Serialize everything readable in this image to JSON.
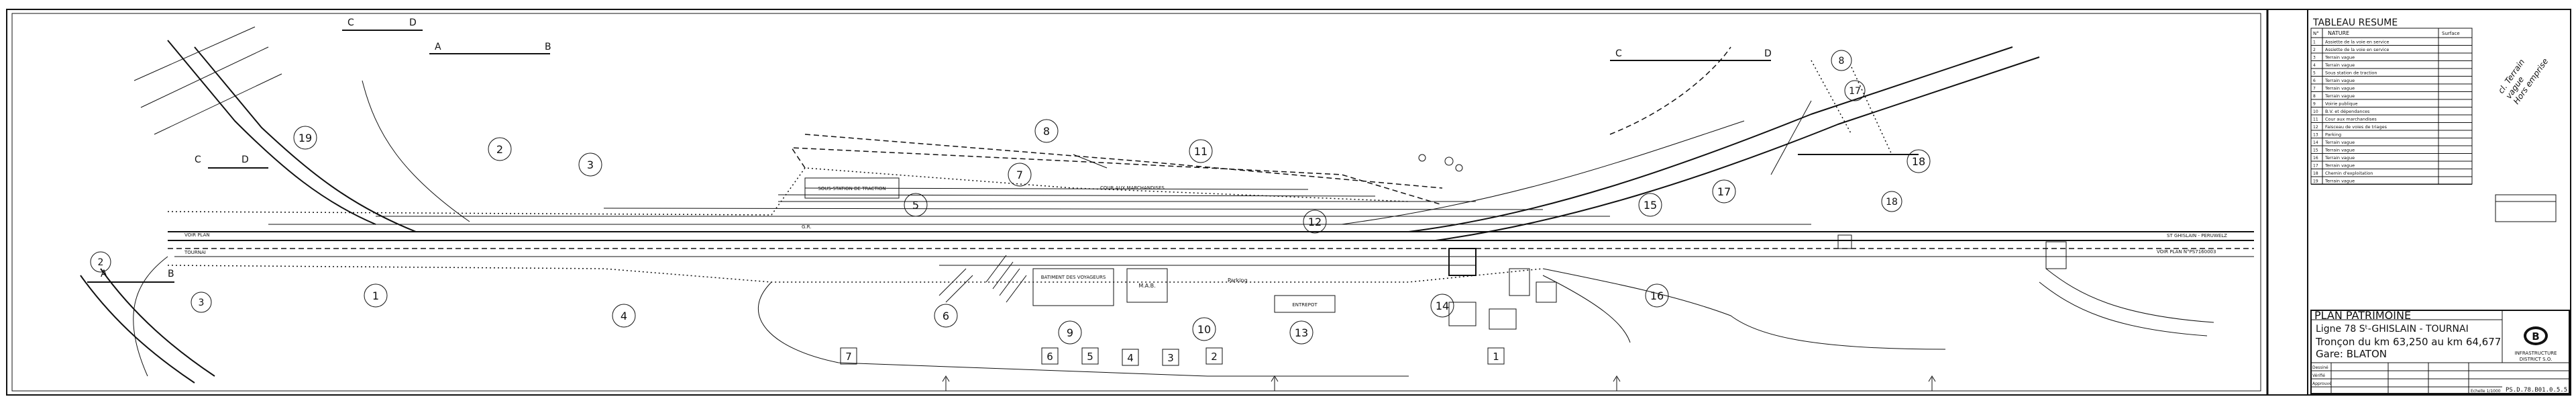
{
  "drawing": {
    "zones": [
      "1",
      "2",
      "3",
      "4",
      "5",
      "6",
      "7",
      "8",
      "9",
      "10",
      "11",
      "12",
      "13",
      "14",
      "15",
      "16",
      "17",
      "18",
      "19"
    ],
    "markers": [
      "7",
      "6",
      "5",
      "4",
      "3",
      "2",
      "1"
    ],
    "section_letters": [
      "C",
      "D",
      "A",
      "B",
      "C",
      "D",
      "A",
      "B",
      "C",
      "D"
    ],
    "labels": {
      "voir_plan_left": "VOIR PLAN",
      "tournai": "TOURNAI",
      "st_ghislain": "ST GHISLAIN - PERUWELZ",
      "voir_plan_right": "VOIR PLAN N°PS7160003",
      "batiment_voyageurs": "BATIMENT DES VOYAGEURS",
      "parking": "Parking",
      "entrepot": "ENTREPOT",
      "cour_marchandises": "COUR AUX MARCHANDISES",
      "sous_station": "SOUS-STATION DE TRACTION",
      "magasin": "M.A.B.",
      "gr_label": "G.R."
    }
  },
  "tableau": {
    "title": "TABLEAU RESUME",
    "col_no": "N°",
    "col_nature": "NATURE",
    "col_surface": "Surface",
    "rows": [
      {
        "no": "1",
        "nature": "Assiette de la voie en service"
      },
      {
        "no": "2",
        "nature": "Assiette de la voie en service"
      },
      {
        "no": "3",
        "nature": "Terrain vague"
      },
      {
        "no": "4",
        "nature": "Terrain vague"
      },
      {
        "no": "5",
        "nature": "Sous station de traction"
      },
      {
        "no": "6",
        "nature": "Terrain vague"
      },
      {
        "no": "7",
        "nature": "Terrain vague"
      },
      {
        "no": "8",
        "nature": "Terrain vague"
      },
      {
        "no": "9",
        "nature": "Voirie publique"
      },
      {
        "no": "10",
        "nature": "B.V. et dépendances"
      },
      {
        "no": "11",
        "nature": "Cour aux marchandises"
      },
      {
        "no": "12",
        "nature": "Faisceau de voies de triages"
      },
      {
        "no": "13",
        "nature": "Parking"
      },
      {
        "no": "14",
        "nature": "Terrain vague"
      },
      {
        "no": "15",
        "nature": "Terrain vague"
      },
      {
        "no": "16",
        "nature": "Terrain vague"
      },
      {
        "no": "17",
        "nature": "Terrain vague"
      },
      {
        "no": "18",
        "nature": "Chemin d'exploitation"
      },
      {
        "no": "19",
        "nature": "Terrain vague"
      }
    ],
    "stamp": "cl. Terrain\nvague\nHors emprise"
  },
  "cartouche": {
    "title": "PLAN PATRIMOINE",
    "line": "Ligne 78  Sᵗ-GHISLAIN - TOURNAI",
    "troncon": "Tronçon du km 63,250 au km 64,677",
    "gare": "Gare:  BLATON",
    "logo_letter": "B",
    "org_line1": "INFRASTRUCTURE",
    "org_line2": "DISTRICT S.O.",
    "dessine": "Dessiné",
    "verifie": "Vérifié",
    "approuve": "Approuvé",
    "echelle": "Echelle 1/1000",
    "numero": "PS.D.78.B01.0.5.5"
  }
}
